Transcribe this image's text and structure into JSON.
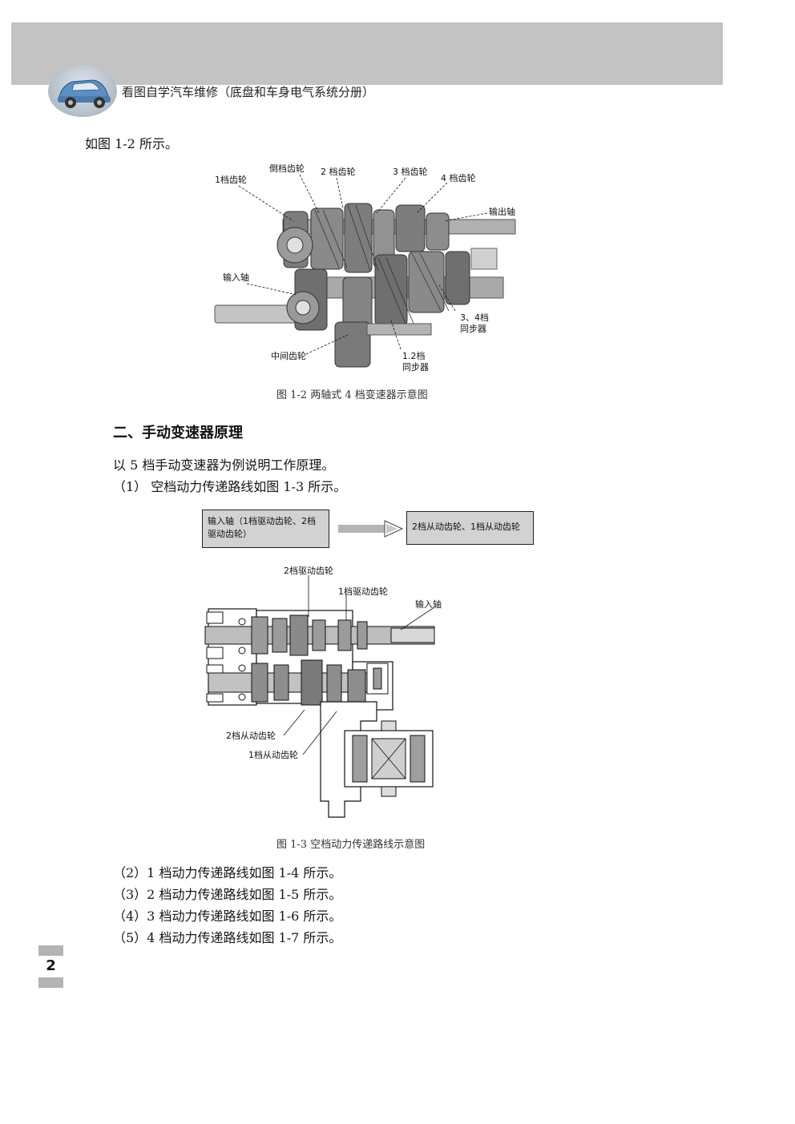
{
  "header": {
    "book_title": "看图自学汽车维修（底盘和车身电气系统分册）"
  },
  "paragraphs": {
    "intro": "如图 1-2 所示。",
    "section_title": "二、手动变速器原理",
    "p1": "以 5 档手动变速器为例说明工作原理。",
    "p2": "（1）  空档动力传递路线如图 1-3 所示。",
    "p3": "（2）1 档动力传递路线如图 1-4 所示。",
    "p4": "（3）2 档动力传递路线如图 1-5 所示。",
    "p5": "（4）3 档动力传递路线如图 1-6 所示。",
    "p6": "（5）4 档动力传递路线如图 1-7 所示。"
  },
  "figure1": {
    "caption": "图 1-2    两轴式 4 档变速器示意图",
    "labels": {
      "gear1": "1档齿轮",
      "reverse": "倒档齿轮",
      "gear2": "2 档齿轮",
      "gear3": "3 档齿轮",
      "gear4": "4 档齿轮",
      "output_shaft": "输出轴",
      "input_shaft": "输入轴",
      "sync34_a": "3、4档",
      "sync34_b": "同步器",
      "idler": "中间齿轮",
      "sync12_a": "1.2档",
      "sync12_b": "同步器"
    }
  },
  "figure2": {
    "caption": "图 1-3    空档动力传递路线示意图",
    "flow_box_left": "输入轴（1档驱动齿轮、2档驱动齿轮）",
    "flow_box_right": "2档从动齿轮、1档从动齿轮",
    "labels": {
      "gear2_drive": "2档驱动齿轮",
      "gear1_drive": "1档驱动齿轮",
      "input_shaft": "输入轴",
      "gear2_driven": "2档从动齿轮",
      "gear1_driven": "1档从动齿轮"
    }
  },
  "footer": {
    "page_number": "2"
  }
}
